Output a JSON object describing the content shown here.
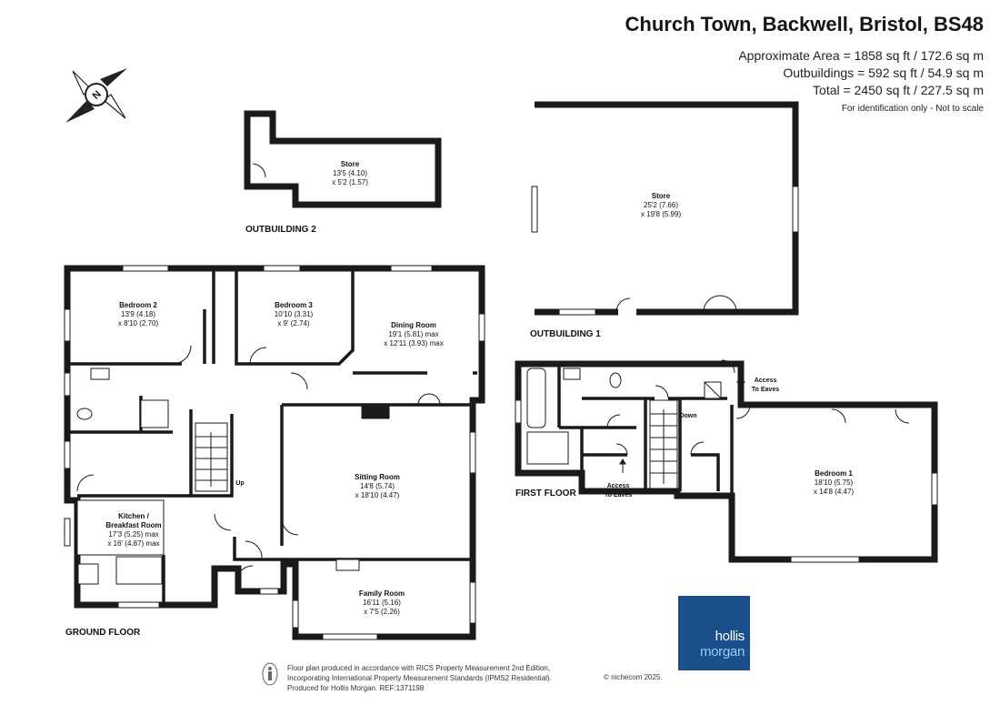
{
  "header": {
    "address": "Church Town, Backwell, Bristol, BS48",
    "approx_area": "Approximate Area = 1858 sq ft / 172.6 sq m",
    "outbuildings_area": "Outbuildings = 592 sq ft / 54.9 sq m",
    "total_area": "Total = 2450 sq ft / 227.5 sq m",
    "disclaimer": "For identification only - Not to scale"
  },
  "compass": {
    "letter": "N",
    "icon": "compass-rose-icon"
  },
  "floors": {
    "ground": "GROUND FLOOR",
    "first": "FIRST FLOOR",
    "outbuilding1": "OUTBUILDING 1",
    "outbuilding2": "OUTBUILDING 2"
  },
  "rooms": {
    "store2": {
      "name": "Store",
      "dim1": "13'5 (4.10)",
      "dim2": "x 5'2 (1.57)"
    },
    "store1": {
      "name": "Store",
      "dim1": "25'2 (7.66)",
      "dim2": "x 19'8 (5.99)"
    },
    "bedroom2": {
      "name": "Bedroom 2",
      "dim1": "13'9 (4.18)",
      "dim2": "x 8'10 (2.70)"
    },
    "bedroom3": {
      "name": "Bedroom 3",
      "dim1": "10'10 (3.31)",
      "dim2": "x 9' (2.74)"
    },
    "dining": {
      "name": "Dining Room",
      "dim1": "19'1 (5.81) max",
      "dim2": "x 12'11 (3.93) max"
    },
    "sitting": {
      "name": "Sitting Room",
      "dim1": "14'8 (5.74)",
      "dim2": "x 18'10 (4.47)"
    },
    "kitchen": {
      "name1": "Kitchen /",
      "name2": "Breakfast Room",
      "dim1": "17'3 (5.25) max",
      "dim2": "x 16' (4.87) max"
    },
    "family": {
      "name": "Family Room",
      "dim1": "16'11 (5.16)",
      "dim2": "x 7'5 (2.26)"
    },
    "bedroom1": {
      "name": "Bedroom 1",
      "dim1": "18'10 (5.75)",
      "dim2": "x 14'8 (4.47)"
    }
  },
  "labels": {
    "up": "Up",
    "down": "Down",
    "access_eaves_a1": "Access",
    "access_eaves_a2": "To Eaves",
    "access_eaves_b1": "Access",
    "access_eaves_b2": "To Eaves"
  },
  "footer": {
    "line1": "Floor plan produced in accordance with RICS Property Measurement 2nd Edition,",
    "line2": "Incorporating International Property Measurement Standards (IPMS2 Residential).",
    "line3": "Produced for Hollis Morgan.     REF:1371198",
    "credit": "© nichecom 2025."
  },
  "logo": {
    "word1": "hollis",
    "word2": "morgan"
  },
  "colors": {
    "wall": "#1a1a1a",
    "logo_bg": "#1b4f8c",
    "logo_accent": "#8fd0f2"
  }
}
